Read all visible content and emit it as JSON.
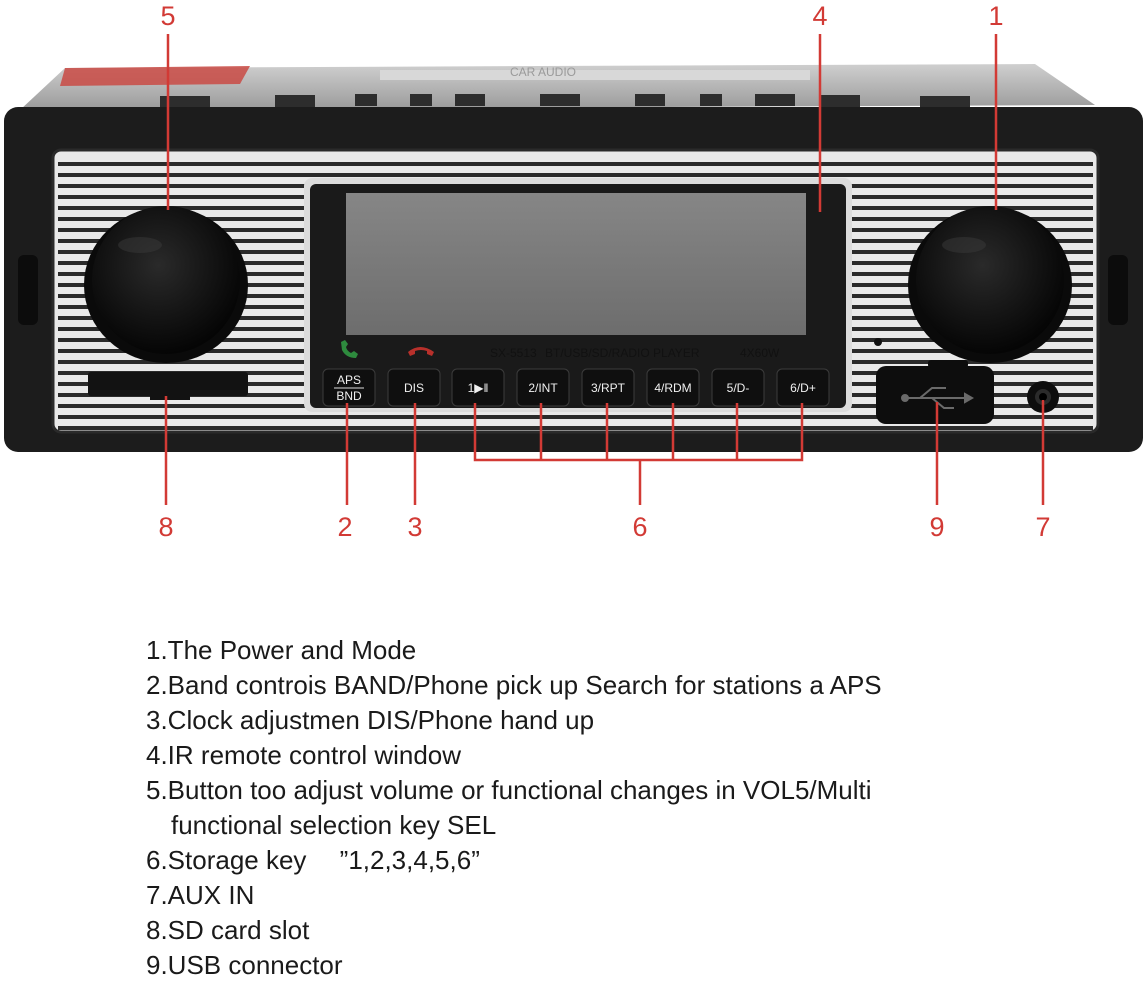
{
  "device": {
    "faint_top_label": "CAR AUDIO",
    "model": "SX-5513",
    "player_text": "BT/USB/SD/RADIO  PLAYER",
    "power_rating": "4X60W",
    "buttons": [
      {
        "top": "APS",
        "bottom": "BND"
      },
      {
        "label": "DIS"
      },
      {
        "label": "1▶‖"
      },
      {
        "label": "2/INT"
      },
      {
        "label": "3/RPT"
      },
      {
        "label": "4/RDM"
      },
      {
        "label": "5/D-"
      },
      {
        "label": "6/D+"
      }
    ]
  },
  "callouts": {
    "n1": "1",
    "n2": "2",
    "n3": "3",
    "n4": "4",
    "n5": "5",
    "n6": "6",
    "n7": "7",
    "n8": "8",
    "n9": "9"
  },
  "legend": {
    "items": [
      "1.The Power and Mode",
      "2.Band controis BAND/Phone pick up Search for stations a APS",
      "3.Clock adjustmen DIS/Phone hand up",
      "4.IR remote control window"
    ],
    "item5_line1": "5.Button too adjust volume or functional changes in VOL5/Multi",
    "item5_line2": "functional selection key SEL",
    "items_after": [
      "6.Storage key 　”1,2,3,4,5,6”",
      "7.AUX IN",
      "8.SD card slot",
      "9.USB connector"
    ]
  },
  "colors": {
    "accent_callout": "#d23a35",
    "bezel": "#1c1c1c",
    "lcd": "#7b7b7b",
    "chrome": "#e8e8e8"
  },
  "icons": [
    "phone-answer-icon",
    "phone-hangup-icon",
    "usb-icon",
    "knob-icon"
  ]
}
